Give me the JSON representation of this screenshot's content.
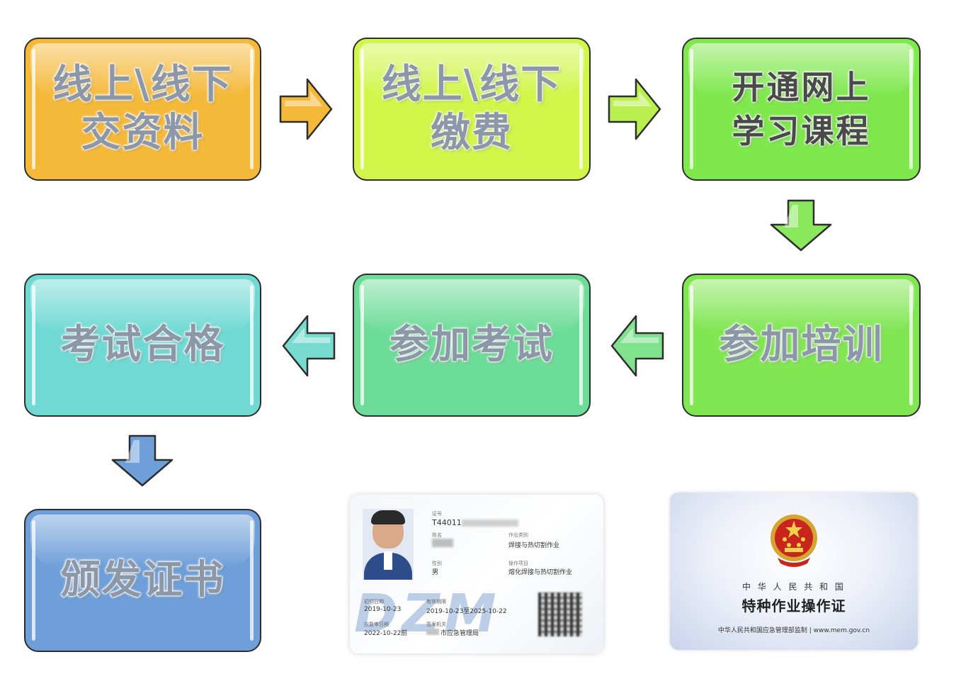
{
  "steps": [
    {
      "id": "submit-docs",
      "label": "线上\\线下\n交资料",
      "color": "#f5b93a"
    },
    {
      "id": "pay-fee",
      "label": "线上\\线下\n缴费",
      "color": "#d2f54a"
    },
    {
      "id": "open-course",
      "label": "开通网上\n学习课程",
      "color": "#7ee84c"
    },
    {
      "id": "attend-training",
      "label": "参加培训",
      "color": "#80e652"
    },
    {
      "id": "take-exam",
      "label": "参加考试",
      "color": "#6ddc98"
    },
    {
      "id": "pass-exam",
      "label": "考试合格",
      "color": "#70d9d3"
    },
    {
      "id": "issue-certificate",
      "label": "颁发证书",
      "color": "#6e9fd9"
    }
  ],
  "arrow_colors": {
    "a1": "#f5b93a",
    "a2": "#b9f050",
    "a3": "#8ae85c",
    "a4": "#80e28c",
    "a5": "#78dbd0",
    "a6": "#6e9fd9"
  },
  "id_card": {
    "number_label": "证号",
    "number_value": "T44011",
    "name_label": "姓名",
    "gender_label": "性别",
    "gender_value": "男",
    "category_label": "作业类别",
    "category_value": "焊接与热切割作业",
    "item_label": "操作项目",
    "item_value": "熔化焊接与热切割作业",
    "first_issue_label": "初领日期",
    "first_issue_value": "2019-10-23",
    "valid_label": "有效期限",
    "valid_value": "2019-10-23至2025-10-22",
    "review_label": "应复审日期",
    "review_value": "2022-10-22前",
    "authority_label": "签发机关",
    "authority_value": "市应急管理局",
    "watermark": "DZM"
  },
  "cert_card": {
    "country": "中 华 人 民 共 和 国",
    "title": "特种作业操作证",
    "footer": "中华人民共和国应急管理部监制 | www.mem.gov.cn"
  }
}
